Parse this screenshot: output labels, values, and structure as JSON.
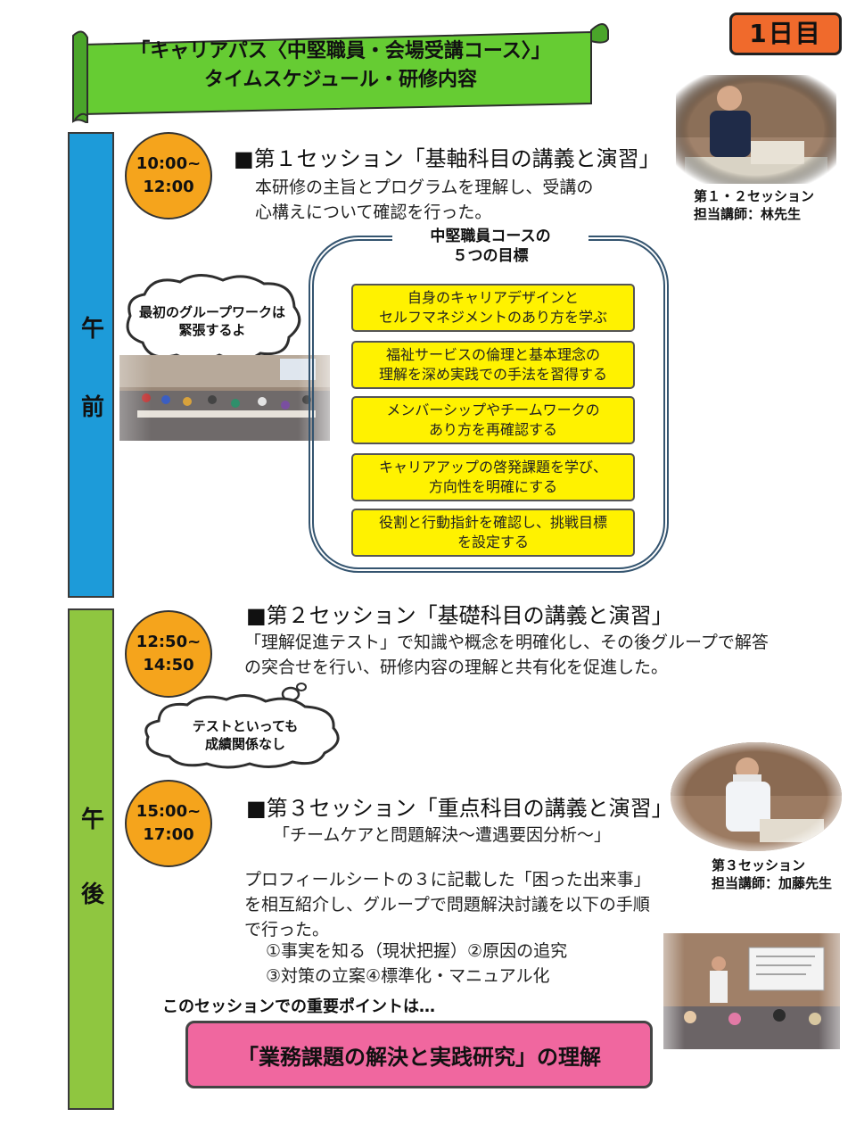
{
  "header": {
    "title_line1": "「キャリアパス〈中堅職員・会場受講コース〉」",
    "title_line2": "タイムスケジュール・研修内容",
    "day_badge": "1日目",
    "colors": {
      "banner": "#66cc33",
      "day_badge": "#f06a2c"
    }
  },
  "periods": {
    "morning_chars": [
      "午",
      "前"
    ],
    "afternoon_chars": [
      "午",
      "後"
    ],
    "colors": {
      "morning": "#1d9bd9",
      "afternoon": "#8fc640"
    }
  },
  "session1": {
    "time_start": "10:00~",
    "time_end": "12:00",
    "title": "■第１セッション「基軸科目の講義と演習」",
    "desc_line1": "本研修の主旨とプログラムを理解し、受講の",
    "desc_line2": "心構えについて確認を行った。",
    "photo_caption_line1": "第１・２セッション",
    "photo_caption_line2": "担当講師：林先生"
  },
  "bubble1": {
    "line1": "最初のグループワークは",
    "line2": "緊張するよ"
  },
  "goals": {
    "title_line1": "中堅職員コースの",
    "title_line2": "５つの目標",
    "items": [
      {
        "line1": "自身のキャリアデザインと",
        "line2": "セルフマネジメントのあり方を学ぶ"
      },
      {
        "line1": "福祉サービスの倫理と基本理念の",
        "line2": "理解を深め実践での手法を習得する"
      },
      {
        "line1": "メンバーシップやチームワークの",
        "line2": "あり方を再確認する"
      },
      {
        "line1": "キャリアアップの啓発課題を学び、",
        "line2": "方向性を明確にする"
      },
      {
        "line1": "役割と行動指針を確認し、挑戦目標",
        "line2": "を設定する"
      }
    ],
    "colors": {
      "item_fill": "#fff200"
    }
  },
  "session2": {
    "time_start": "12:50~",
    "time_end": "14:50",
    "title": "■第２セッション「基礎科目の講義と演習」",
    "desc_line1": "「理解促進テスト」で知識や概念を明確化し、その後グループで解答",
    "desc_line2": "の突合せを行い、研修内容の理解と共有化を促進した。"
  },
  "bubble2": {
    "line1": "テストといっても",
    "line2": "成績関係なし"
  },
  "session3": {
    "time_start": "15:00~",
    "time_end": "17:00",
    "title": "■第３セッション「重点科目の講義と演習」",
    "subtitle": "「チームケアと問題解決～遭遇要因分析～」",
    "desc_line1": "プロフィールシートの３に記載した「困った出来事」",
    "desc_line2": "を相互紹介し、グループで問題解決討議を以下の手順",
    "desc_line3": "で行った。",
    "step_line1": "①事実を知る（現状把握）②原因の追究",
    "step_line2": "③対策の立案④標準化・マニュアル化",
    "photo_caption_line1": "第３セッション",
    "photo_caption_line2": "担当講師：加藤先生"
  },
  "key_point": {
    "lead": "このセッションでの重要ポイントは…",
    "text": "「業務課題の解決と実践研究」の理解",
    "color": "#f0679f"
  }
}
